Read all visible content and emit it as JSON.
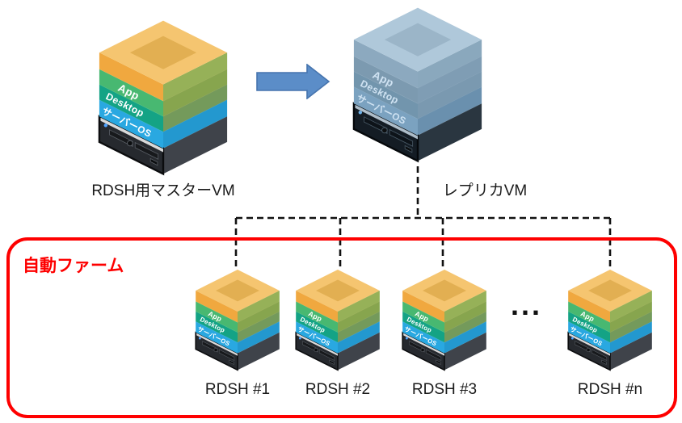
{
  "master": {
    "label": "RDSH用マスターVM"
  },
  "replica": {
    "label": "レプリカVM"
  },
  "farm": {
    "label": "自動ファーム"
  },
  "layers": {
    "app": "App",
    "desktop": "Desktop",
    "os": "サーバーOS"
  },
  "servers": [
    {
      "label": "RDSH #1"
    },
    {
      "label": "RDSH #2"
    },
    {
      "label": "RDSH #3"
    },
    {
      "label": "RDSH #n"
    }
  ],
  "ellipsis": "...",
  "colors": {
    "farm_border": "#FE0000",
    "farm_label": "#FE0000",
    "arrow_fill": "#5B8DC8",
    "arrow_stroke": "#4674AE",
    "connector": "#111111",
    "label_text": "#1A1A1A"
  },
  "palettes": {
    "color": {
      "topOuter": "#F5C570",
      "topInner": "#E2AF52",
      "orangeLeft": "#F0A83F",
      "orangeBody": "#F2A93C",
      "bodyOpacity": "0.45",
      "greenTop": "#4CB96F",
      "greenLeft": "#48B871",
      "greenRight": "#31A35D",
      "tealLeft": "#14A385",
      "tealRight": "#0E8E75",
      "blueLeft": "#29A8E1",
      "blueRight": "#2398CF",
      "chassisFront": "#26292E",
      "chassisRight": "#3F434A",
      "chassisFrame": "#0B0C0E",
      "strip": "#D9D9D9",
      "panel": "#17191C",
      "panelEdge": "#5A5F66",
      "led": "#4FA3FF",
      "text": "#FFFFFF"
    },
    "ghost": {
      "topOuter": "#AFC8DA",
      "topInner": "#9BB5C8",
      "orangeLeft": "#8CA9BF",
      "orangeBody": "#93AFC5",
      "bodyOpacity": "0.5",
      "greenTop": "#81A0B5",
      "greenLeft": "#7C9AB0",
      "greenRight": "#6B8BA2",
      "tealLeft": "#7295AD",
      "tealRight": "#61839B",
      "blueLeft": "#7BA2C0",
      "blueRight": "#6A90AE",
      "chassisFront": "#141C24",
      "chassisRight": "#2A3640",
      "chassisFrame": "#05080B",
      "strip": "#AEBDC9",
      "panel": "#0D1319",
      "panelEdge": "#4A5B68",
      "led": "#6FB2E8",
      "text": "#CFE2F2"
    }
  }
}
